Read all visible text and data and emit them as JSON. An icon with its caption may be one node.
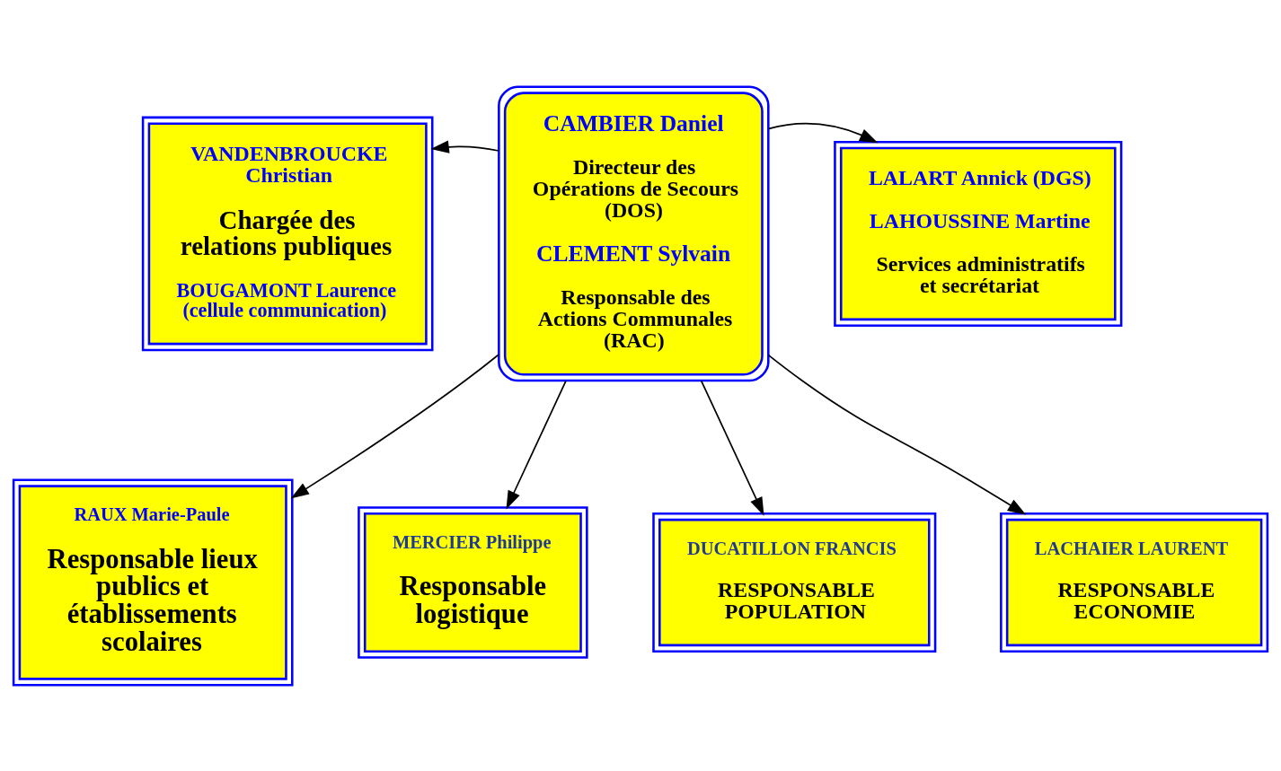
{
  "diagram": {
    "nodes": [
      {
        "text": [
          "VANDENBROUCKE Christian",
          "Chargée des relations publiques",
          "BOUGAMONT Laurence (cellule communication)"
        ]
      },
      {
        "text": [
          "CAMBIER Daniel",
          "Directeur des Opérations de Secours (DOS)",
          "CLEMENT Sylvain",
          "Responsable des Actions Communales (RAC)"
        ]
      },
      {
        "text": [
          "LALART Annick (DGS)",
          "LAHOUSSINE Martine",
          "Services administratifs et secrétariat"
        ]
      },
      {
        "text": [
          "RAUX Marie-Paule",
          "Responsable lieux publics et établissements scolaires"
        ]
      },
      {
        "text": [
          "MERCIER Philippe",
          "Responsable logistique"
        ]
      },
      {
        "text": [
          "DUCATILLON FRANCIS",
          "RESPONSABLE POPULATION"
        ]
      },
      {
        "text": [
          "LACHAIER LAURENT",
          "RESPONSABLE ECONOMIE"
        ]
      }
    ],
    "edges": [
      {
        "from": 1,
        "to": 0,
        "arrow": "to"
      },
      {
        "from": 1,
        "to": 2,
        "arrow": "to"
      },
      {
        "from": 1,
        "to": 3,
        "arrow": "to"
      },
      {
        "from": 1,
        "to": 4,
        "arrow": "to"
      },
      {
        "from": 1,
        "to": 5,
        "arrow": "to"
      },
      {
        "from": 1,
        "to": 6,
        "arrow": "to"
      }
    ]
  }
}
